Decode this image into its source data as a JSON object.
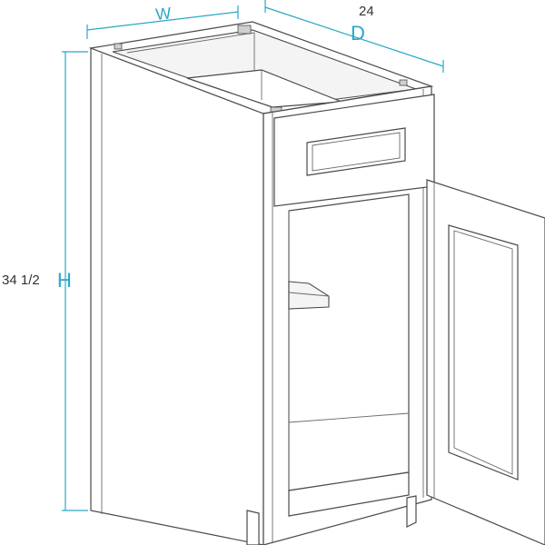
{
  "dimensions": {
    "width": {
      "letter": "W",
      "value": ""
    },
    "depth": {
      "letter": "D",
      "value": "24"
    },
    "height": {
      "letter": "H",
      "value": "34 1/2"
    }
  },
  "colors": {
    "dimension_line": "#2aa6c8",
    "outline": "#4a4a4a",
    "value_text": "#333333"
  }
}
